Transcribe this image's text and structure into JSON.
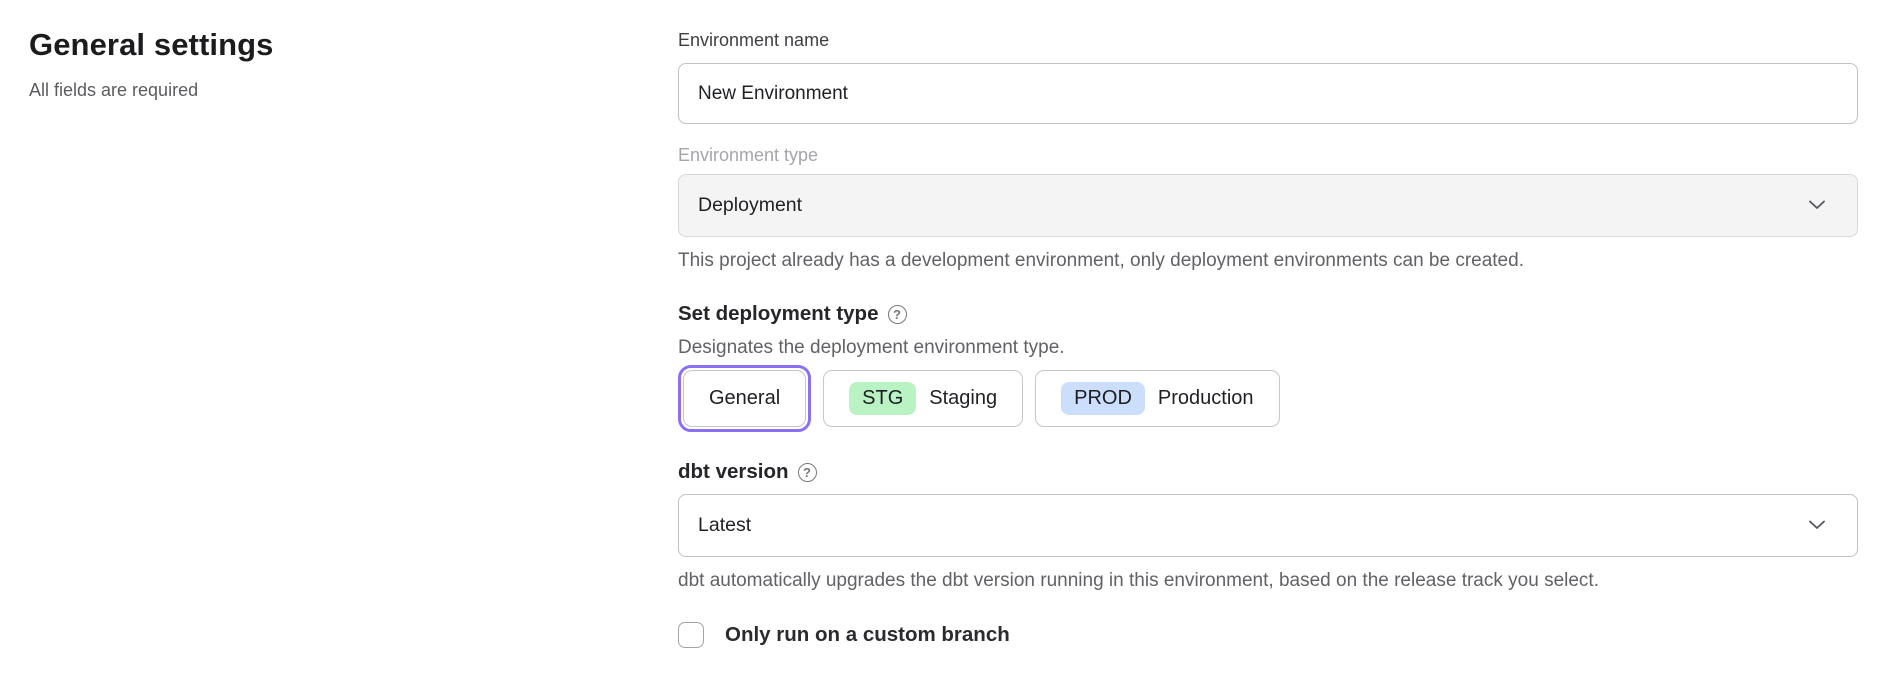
{
  "page": {
    "title": "General settings",
    "subtitle": "All fields are required"
  },
  "icons": {
    "help_glyph": "?"
  },
  "colors": {
    "accent_purple": "#8b70f6",
    "badge_green": "#b9f3c3",
    "badge_blue": "#cbdefb",
    "disabled_bg": "#f4f4f5"
  },
  "form": {
    "environment_name": {
      "label": "Environment name",
      "value": "New Environment"
    },
    "environment_type": {
      "label": "Environment type",
      "value": "Deployment",
      "disabled": true,
      "helper": "This project already has a development environment, only deployment environments can be created."
    },
    "deployment_type": {
      "heading": "Set deployment type",
      "description": "Designates the deployment environment type.",
      "options": [
        {
          "label": "General",
          "selected": true
        },
        {
          "badge": "STG",
          "label": "Staging",
          "badge_color": "#b9f3c3",
          "selected": false
        },
        {
          "badge": "PROD",
          "label": "Production",
          "badge_color": "#cbdefb",
          "selected": false
        }
      ]
    },
    "dbt_version": {
      "heading": "dbt version",
      "value": "Latest",
      "helper": "dbt automatically upgrades the dbt version running in this environment, based on the release track you select."
    },
    "custom_branch": {
      "label": "Only run on a custom branch",
      "checked": false
    }
  }
}
